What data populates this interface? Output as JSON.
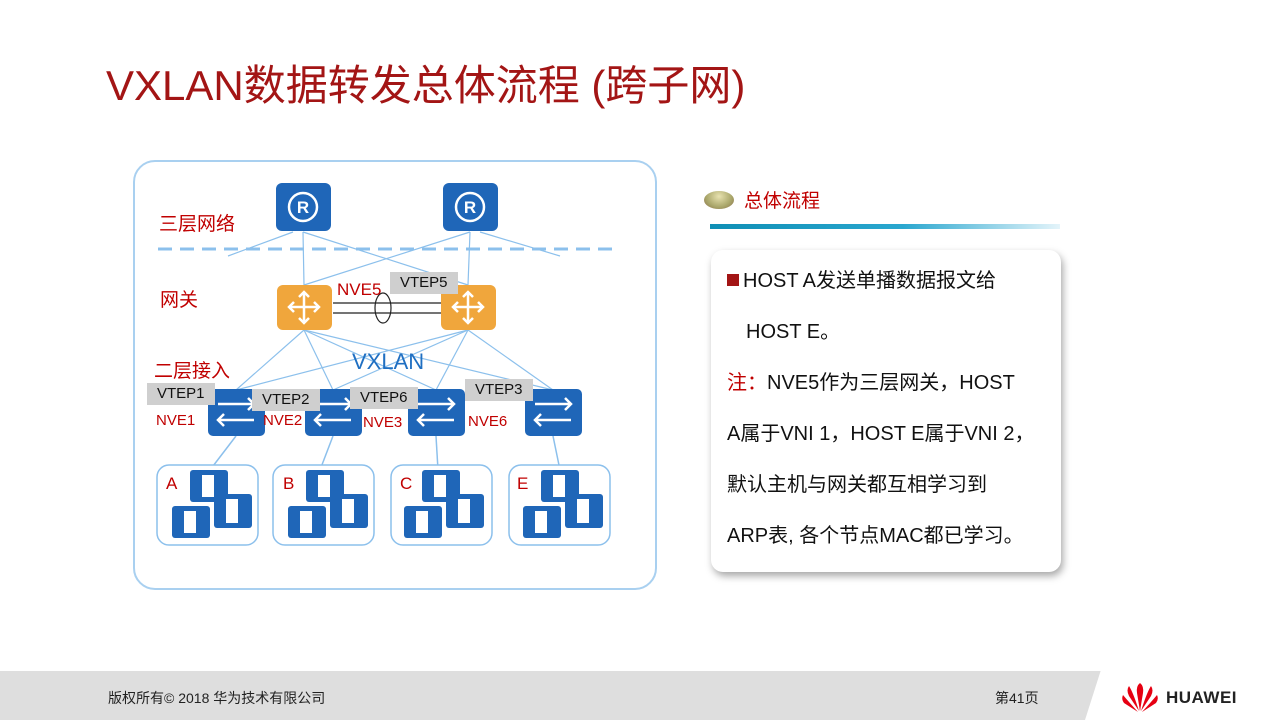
{
  "title": "VXLAN数据转发总体流程 (跨子网)",
  "diagram": {
    "layer_labels": {
      "l3": "三层网络",
      "gateway": "网关",
      "l2": "二层接入"
    },
    "vxlan_label": "VXLAN",
    "gateway_nve": "NVE5",
    "gateway_vtep": "VTEP5",
    "vteps": [
      "VTEP1",
      "VTEP2",
      "VTEP6",
      "VTEP3"
    ],
    "nves": [
      "NVE1",
      "NVE2",
      "NVE3",
      "NVE6"
    ],
    "hosts": [
      "A",
      "B",
      "C",
      "E"
    ]
  },
  "section": {
    "heading": "总体流程"
  },
  "notes": {
    "line1": "HOST A发送单播数据报文给",
    "line2": "HOST E。",
    "note_prefix": "注：",
    "line3": "NVE5作为三层网关，HOST",
    "line4": "A属于VNI 1，HOST E属于VNI 2，",
    "line5": "默认主机与网关都互相学习到",
    "line6": "ARP表, 各个节点MAC都已学习。"
  },
  "footer": {
    "copyright": "版权所有© 2018 华为技术有限公司",
    "page": "第41页",
    "brand": "HUAWEI"
  },
  "colors": {
    "title": "#a31515",
    "accent_red": "#c00000",
    "device_blue": "#1f66b8",
    "gateway_orange": "#f0a63c"
  }
}
